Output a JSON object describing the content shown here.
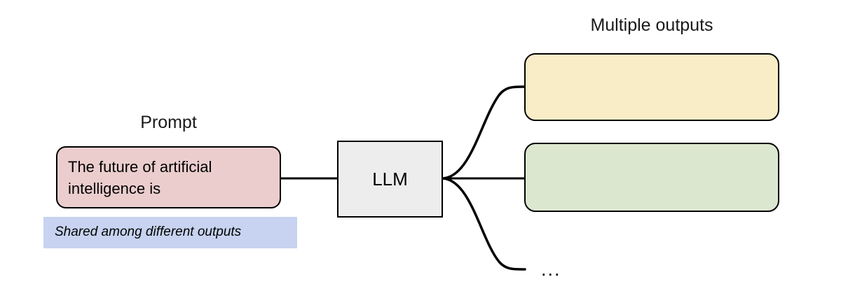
{
  "diagram": {
    "title_prompt_section": "Prompt",
    "title_outputs_section": "Multiple outputs",
    "background_color": "#ffffff",
    "stroke_color": "#000000"
  },
  "prompt": {
    "caption": "Prompt",
    "text": "The future of artificial intelligence is",
    "fill_color": "#ebcdcd"
  },
  "shared_note": {
    "text": "Shared among different outputs",
    "fill_color": "#c7d3f0"
  },
  "model": {
    "label": "LLM",
    "fill_color": "#ededed"
  },
  "outputs": {
    "caption": "Multiple outputs",
    "more_indicator": "...",
    "items": [
      {
        "label": "",
        "fill_color": "#f9edc8"
      },
      {
        "label": "",
        "fill_color": "#dce7d0"
      }
    ]
  }
}
